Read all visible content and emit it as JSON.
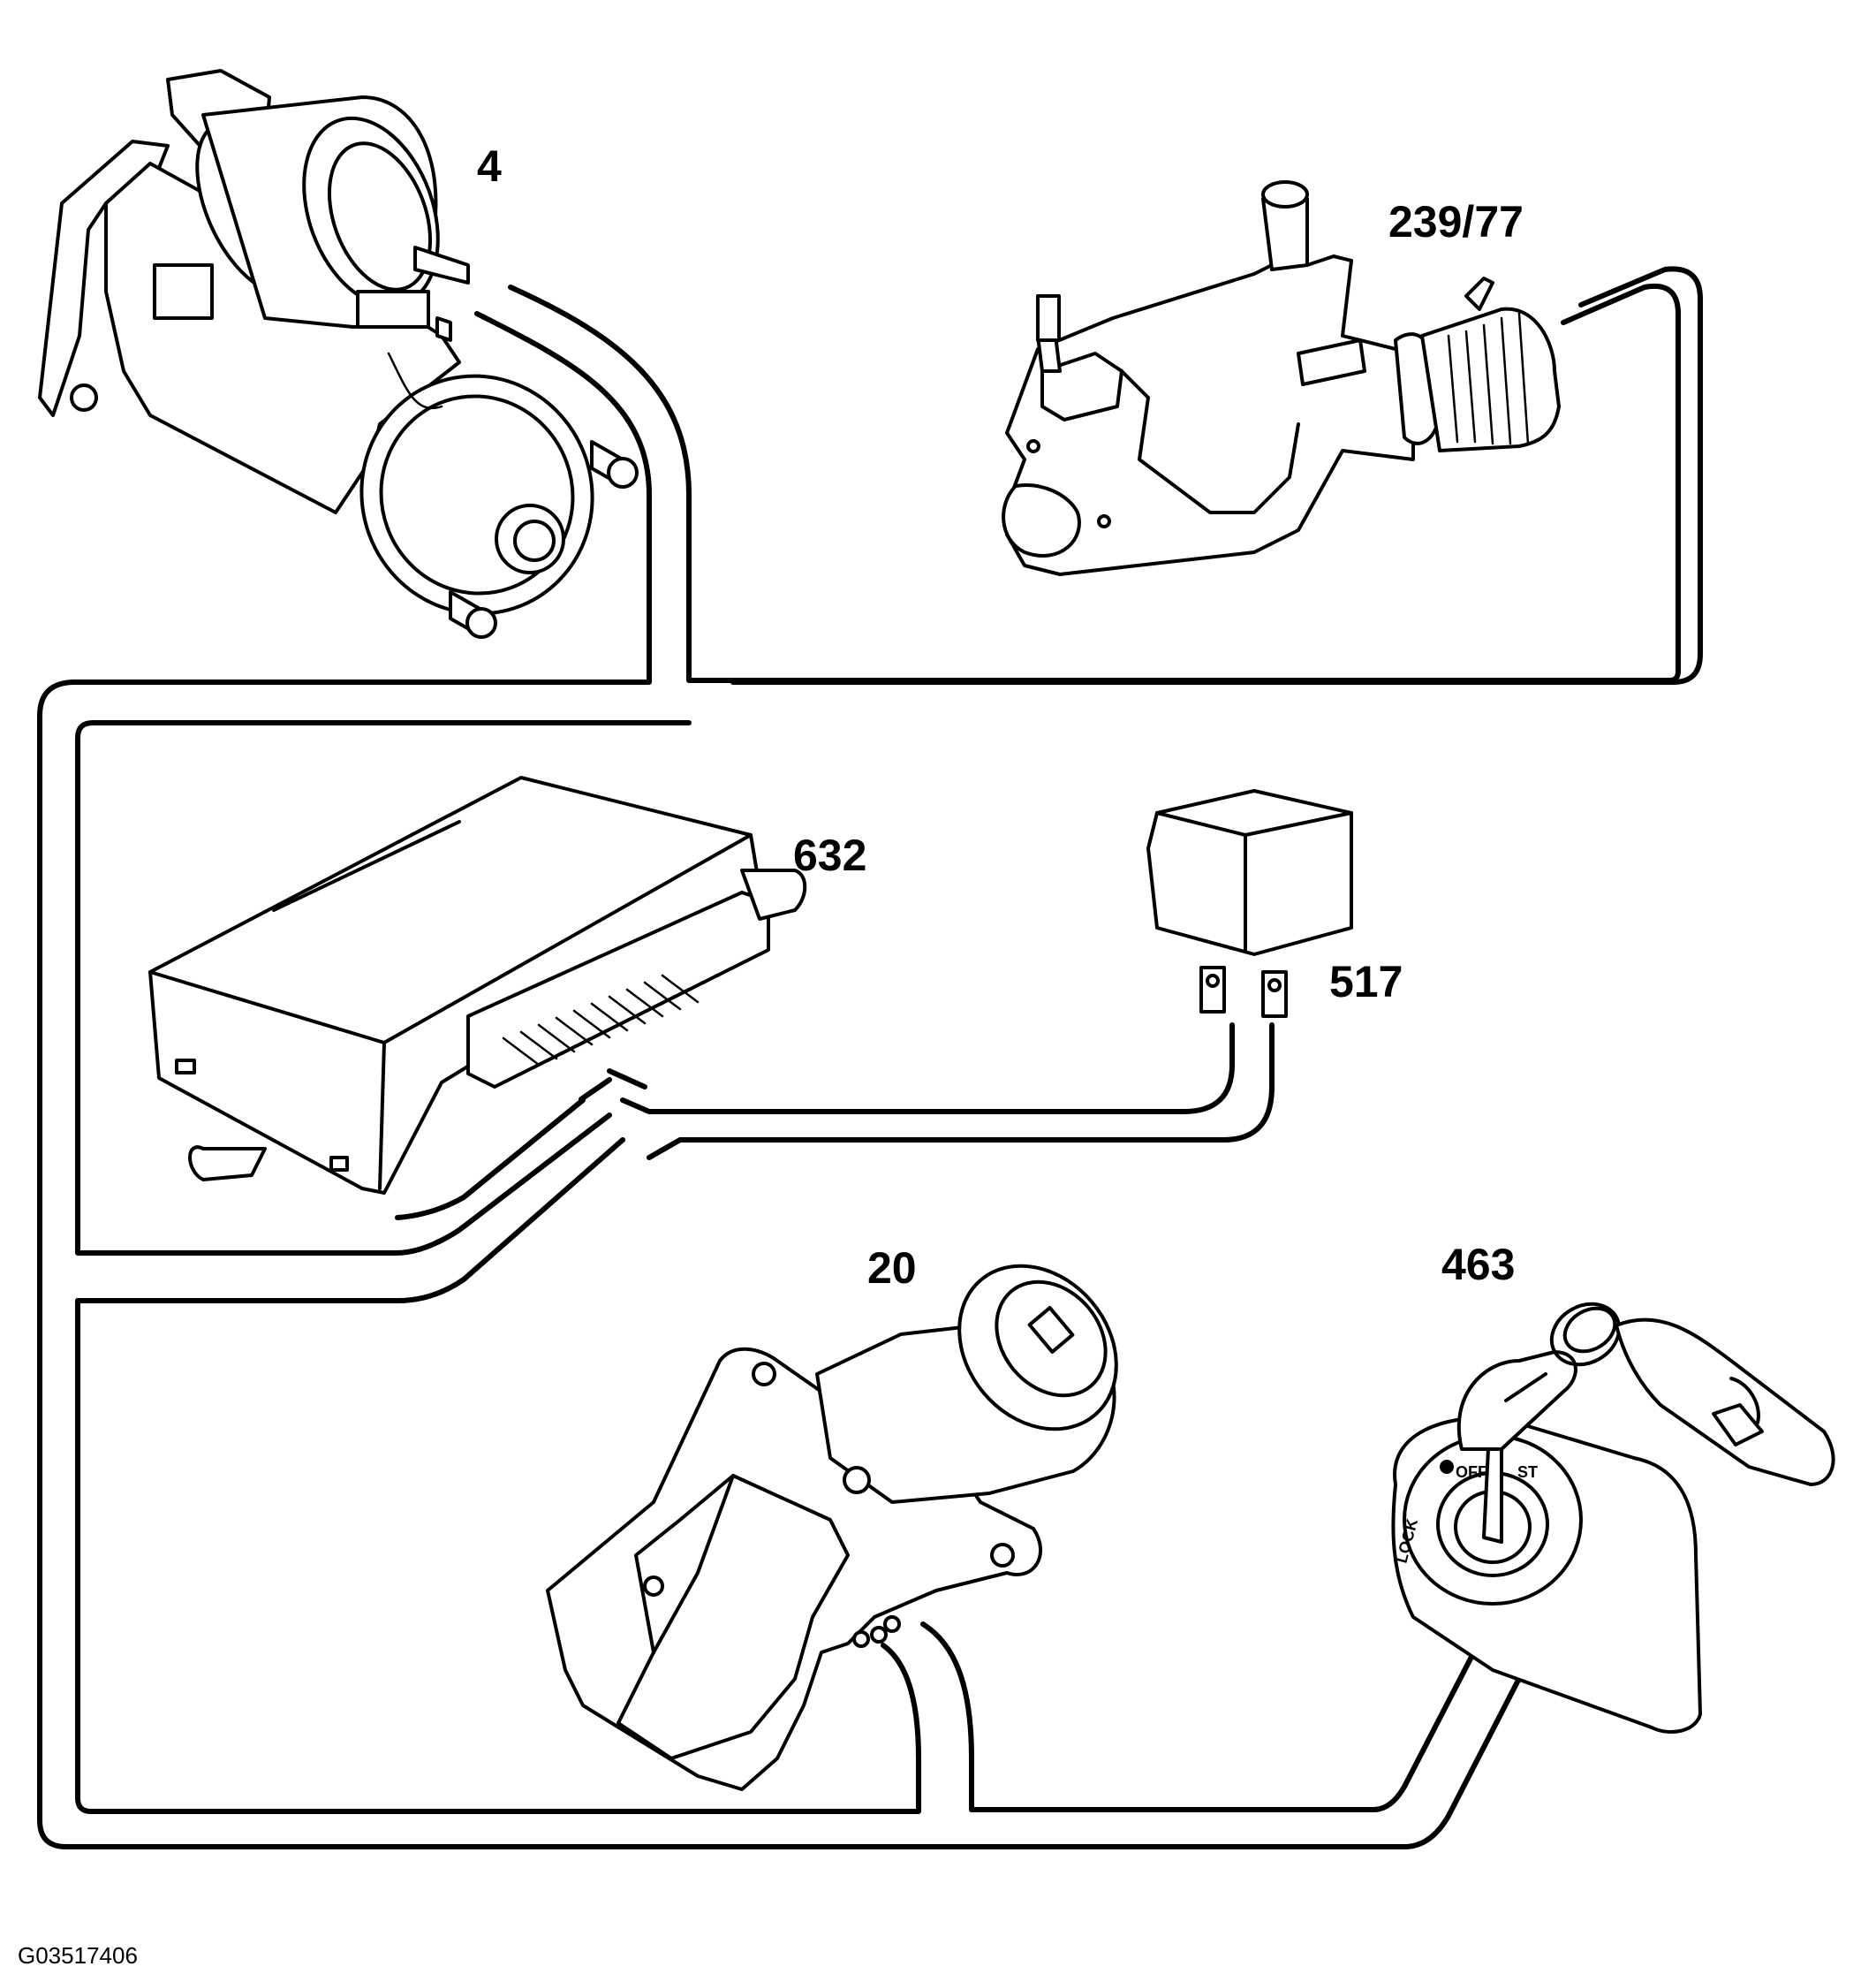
{
  "diagram": {
    "components": [
      {
        "id": "starter-motor",
        "callout": "4"
      },
      {
        "id": "neutral-switch",
        "callout": "239/77"
      },
      {
        "id": "control-module",
        "callout": "632"
      },
      {
        "id": "relay",
        "callout": "517"
      },
      {
        "id": "ignition-switch",
        "callout": "20"
      },
      {
        "id": "key-lock",
        "callout": "463"
      }
    ],
    "figure_id": "G03517406",
    "keylock_marks": {
      "lock": "LOCK",
      "off": "OFF",
      "start": "ST"
    }
  }
}
